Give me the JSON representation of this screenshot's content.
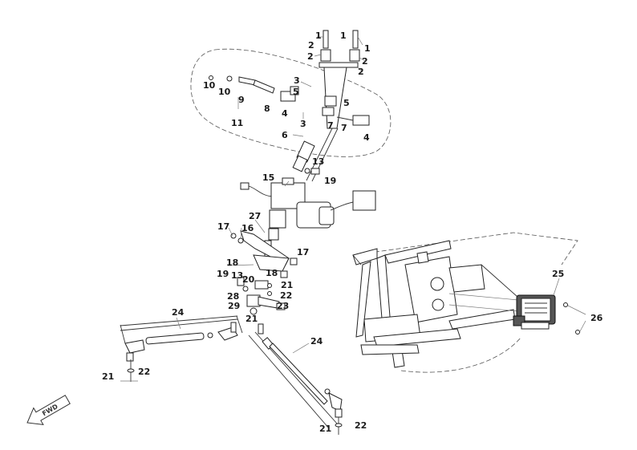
{
  "figure": {
    "callouts": [
      "1",
      "2",
      "3",
      "4",
      "5",
      "6",
      "7",
      "8",
      "9",
      "10",
      "11",
      "13",
      "15",
      "16",
      "17",
      "18",
      "19",
      "20",
      "21",
      "22",
      "23",
      "24",
      "25",
      "26",
      "27",
      "28",
      "29"
    ],
    "fwd_label": "FWD"
  },
  "icons": {
    "fwd_arrow": "arrow-left-icon"
  }
}
